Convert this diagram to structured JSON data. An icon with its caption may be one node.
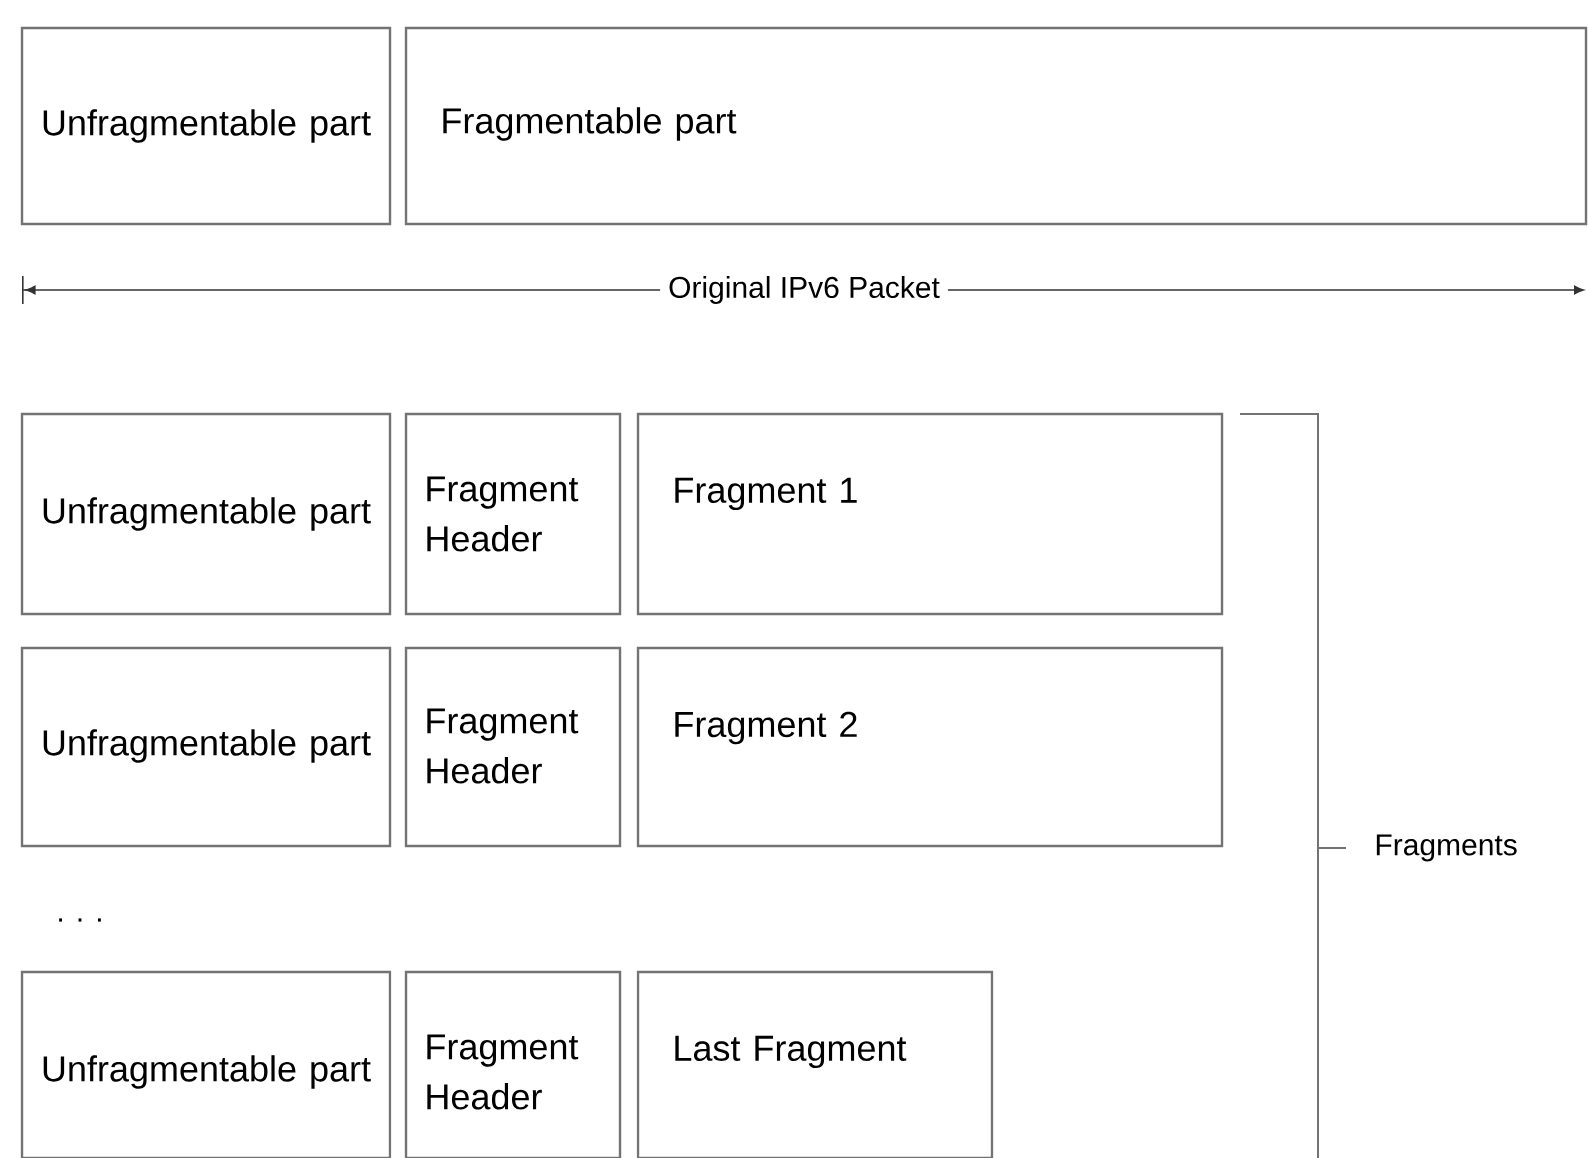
{
  "diagram": {
    "nodes": [
      {
        "text": [
          "Unfragmentable part"
        ]
      },
      {
        "text": [
          "Fragmentable part"
        ]
      },
      {
        "text": [
          "Unfragmentable part"
        ]
      },
      {
        "text": [
          "Fragment Header"
        ]
      },
      {
        "text": [
          "Fragment 1"
        ]
      },
      {
        "text": [
          "Unfragmentable part"
        ]
      },
      {
        "text": [
          "Fragment Header"
        ]
      },
      {
        "text": [
          "Fragment 2"
        ]
      },
      {
        "text": [
          "Unfragmentable part"
        ]
      },
      {
        "text": [
          "Fragment Header"
        ]
      },
      {
        "text": [
          "Last Fragment"
        ]
      }
    ],
    "labels": [
      "Original IPv6 Packet",
      ". . .",
      "Fragments"
    ]
  }
}
